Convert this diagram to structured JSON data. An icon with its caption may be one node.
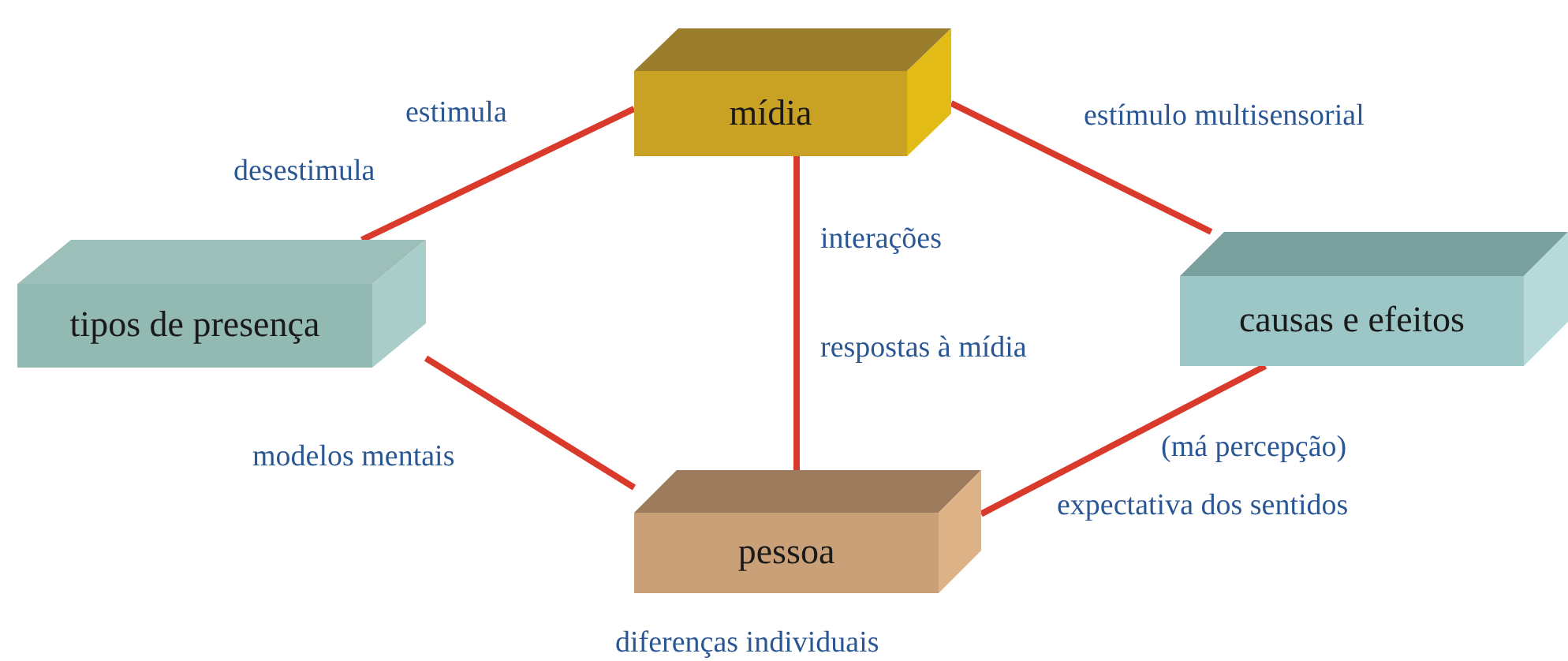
{
  "diagram": {
    "nodes": [
      {
        "text": [
          "mídia"
        ]
      },
      {
        "text": [
          "tipos de presença"
        ]
      },
      {
        "text": [
          "causas e efeitos"
        ]
      },
      {
        "text": [
          "pessoa"
        ],
        "beside": [
          "diferenças individuais"
        ]
      }
    ],
    "edges": [
      {
        "from": 0,
        "to": 1,
        "arrow": "none",
        "label": "estimula"
      },
      {
        "from": 0,
        "to": 2,
        "arrow": "none",
        "label": "estímulo multisensorial"
      },
      {
        "from": 0,
        "to": 3,
        "arrow": "none",
        "label": "interações"
      },
      {
        "from": 1,
        "to": 3,
        "arrow": "none",
        "label": "modelos mentais"
      },
      {
        "from": 2,
        "to": 3,
        "arrow": "none",
        "label": "(má percepção)"
      }
    ],
    "labels": [
      "desestimula",
      "respostas à mídia",
      "expectativa dos sentidos"
    ]
  }
}
